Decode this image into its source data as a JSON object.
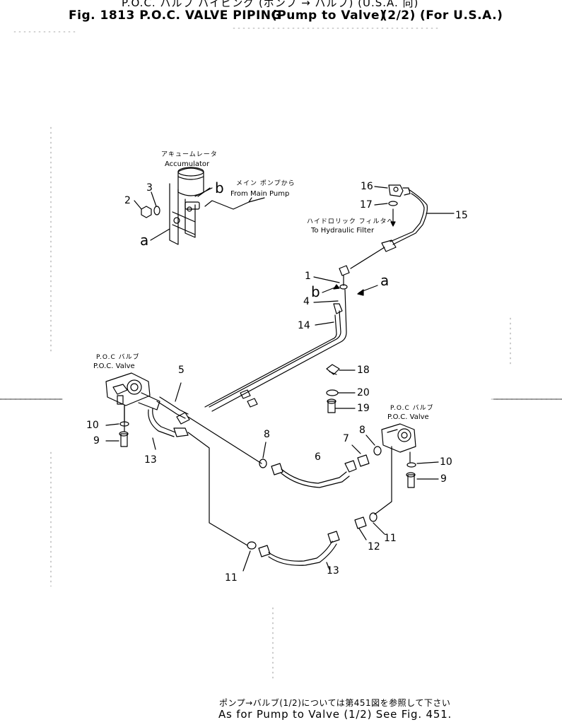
{
  "header": {
    "title_jp_line": "P.O.C.   バルブ  パイピング  (ポンプ → バルブ)  (U.S.A. 向)",
    "title_en": "Fig. 1813 P.O.C. VALVE PIPING",
    "subtitle_en": "(Pump to Valve)",
    "sheet": "(2/2)",
    "region_en": "(For U.S.A.)"
  },
  "callouts": {
    "accumulator_jp": "アキュームレータ",
    "accumulator_en": "Accumulator",
    "from_main_pump_jp": "メイン ポンプから",
    "from_main_pump_en": "From Main Pump",
    "to_hydraulic_filter_jp": "ハイドロリック フィルタへ",
    "to_hydraulic_filter_en": "To Hydraulic Filter",
    "poc_valve_left_jp": "P.O.C バルブ",
    "poc_valve_left_en": "P.O.C. Valve",
    "poc_valve_right_jp": "P.O.C バルブ",
    "poc_valve_right_en": "P.O.C. Valve"
  },
  "reference_letters": {
    "a_top": "a",
    "b_top": "b",
    "a_right": "a",
    "b_right": "b"
  },
  "part_numbers": {
    "p1": "1",
    "p2": "2",
    "p3": "3",
    "p4": "4",
    "p5": "5",
    "p6": "6",
    "p7": "7",
    "p8a": "8",
    "p8b": "8",
    "p9a": "9",
    "p9b": "9",
    "p10a": "10",
    "p10b": "10",
    "p11a": "11",
    "p11b": "11",
    "p12": "12",
    "p13a": "13",
    "p13b": "13",
    "p14": "14",
    "p15": "15",
    "p16": "16",
    "p17": "17",
    "p18": "18",
    "p19": "19",
    "p20": "20"
  },
  "footer": {
    "note_jp": "ポンプ→バルブ(1/2)については第451図を参照して下さい",
    "note_en": "As for Pump to Valve (1/2) See Fig. 451."
  }
}
